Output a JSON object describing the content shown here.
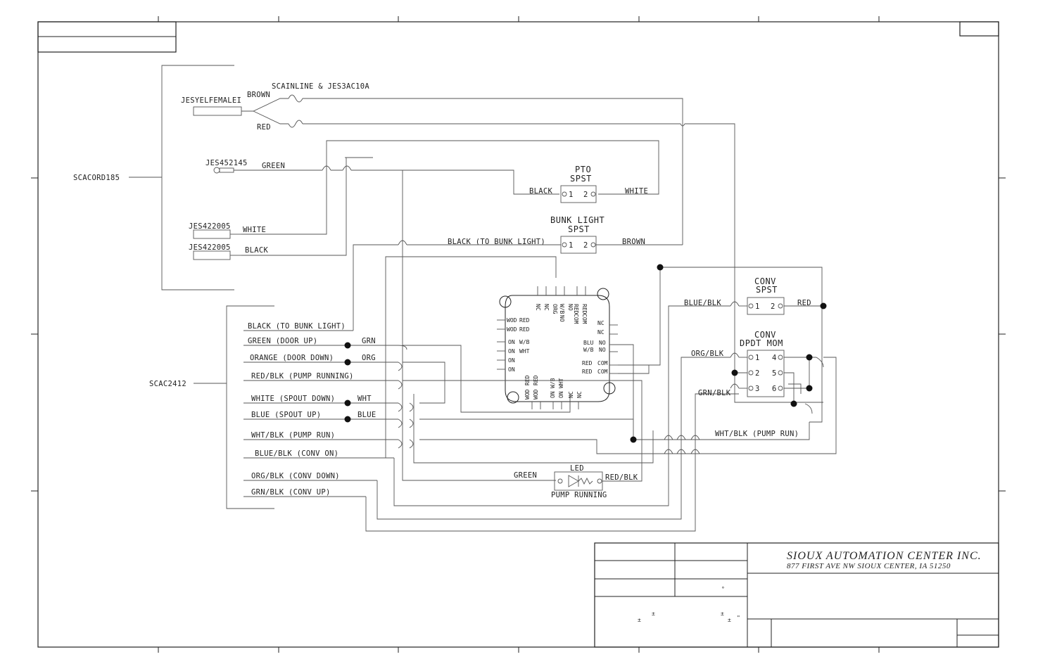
{
  "cords": {
    "scacord185": "SCACORD185",
    "scac2412": "SCAC2412",
    "jesyelfemale": "JESYELFEMALEI",
    "scainline": "SCAINLINE & JES3AC10A",
    "jes452145": "JES452145",
    "jes422005_a": "JES422005",
    "jes422005_b": "JES422005"
  },
  "wire_labels": {
    "brown": "BROWN",
    "red": "RED",
    "green": "GREEN",
    "white": "WHITE",
    "black": "BLACK",
    "black_pto": "BLACK",
    "white_pto": "WHITE",
    "black_to_bunk": "BLACK (TO BUNK LIGHT)",
    "brown_bunk": "BROWN",
    "blue_blk": "BLUE/BLK",
    "red_conv": "RED",
    "org_blk": "ORG/BLK",
    "grn_blk": "GRN/BLK",
    "wht_blk_pump": "WHT/BLK (PUMP RUN)",
    "green_led": "GREEN",
    "red_blk_led": "RED/BLK",
    "grn": "GRN",
    "org": "ORG",
    "wht": "WHT",
    "blue": "BLUE"
  },
  "harness": [
    "BLACK (TO BUNK LIGHT)",
    "GREEN (DOOR UP)",
    "ORANGE (DOOR DOWN)",
    "RED/BLK (PUMP RUNNING)",
    "WHITE (SPOUT DOWN)",
    "BLUE (SPOUT UP)",
    "WHT/BLK (PUMP RUN)",
    "BLUE/BLK (CONV ON)",
    "ORG/BLK (CONV DOWN)",
    "GRN/BLK (CONV UP)"
  ],
  "switches": {
    "pto_title": "PTO",
    "pto_type": "SPST",
    "bunk_title": "BUNK LIGHT",
    "bunk_type": "SPST",
    "conv_title": "CONV",
    "conv_type": "SPST",
    "conv2_title": "CONV",
    "conv2_type": "DPDT MOM",
    "pin1": "1",
    "pin2": "2",
    "pin3": "3",
    "pin4": "4",
    "pin5": "5",
    "pin6": "6"
  },
  "led": {
    "title": "LED",
    "caption": "PUMP RUNNING"
  },
  "module": {
    "top": [
      "NC",
      "NC",
      "ORG",
      "W/B",
      "NO",
      "NO",
      "RED",
      "RED",
      "COM",
      "COM"
    ],
    "left": [
      "WOD",
      "RED",
      "WOD",
      "RED",
      "ON",
      "W/B",
      "ON",
      "WHT",
      "ON",
      "ON"
    ],
    "right": [
      "NC",
      "NC",
      "BLU",
      "NO",
      "W/B",
      "NO",
      "RED",
      "COM",
      "RED",
      "COM"
    ],
    "bottom": [
      "WOD",
      "RED",
      "WOD",
      "RED",
      "ON",
      "W/B",
      "ON",
      "WHT",
      "NC",
      "NC"
    ]
  },
  "title_block": {
    "company": "SIOUX AUTOMATION CENTER INC.",
    "address": "877 FIRST AVE NW   SIOUX CENTER, IA   51250",
    "pm1": "±",
    "pm2": "±",
    "pm3": "±",
    "pm4": "±",
    "deg": "°",
    "quote": "\""
  }
}
